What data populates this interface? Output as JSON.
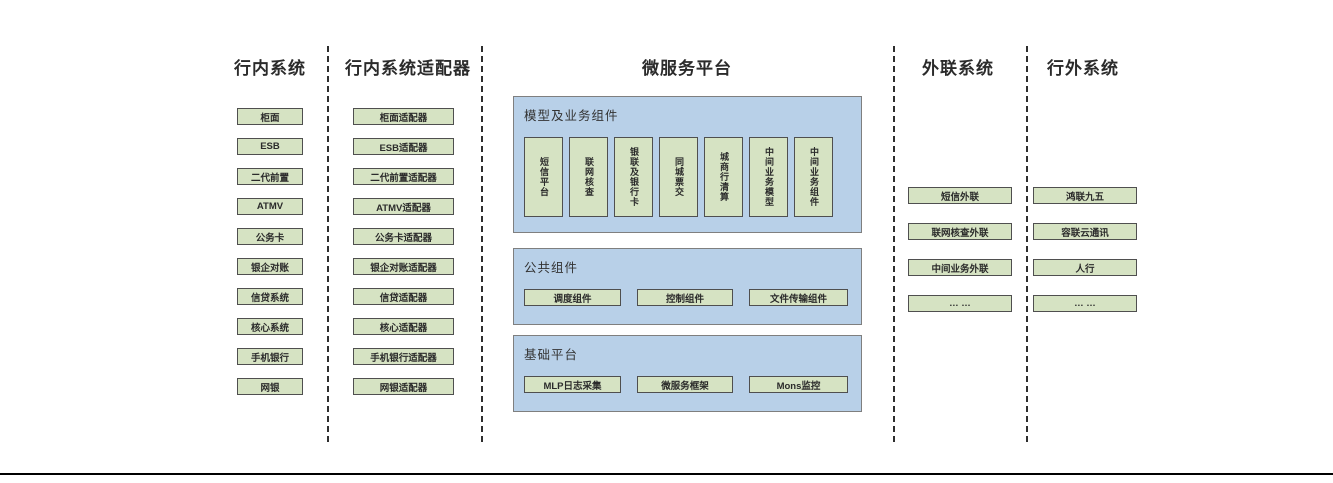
{
  "columns": {
    "inbank": {
      "title": "行内系统",
      "items": [
        "柜面",
        "ESB",
        "二代前置",
        "ATMV",
        "公务卡",
        "银企对账",
        "信贷系统",
        "核心系统",
        "手机银行",
        "网银"
      ]
    },
    "adapters": {
      "title": "行内系统适配器",
      "items": [
        "柜面适配器",
        "ESB适配器",
        "二代前置适配器",
        "ATMV适配器",
        "公务卡适配器",
        "银企对账适配器",
        "信贷适配器",
        "核心适配器",
        "手机银行适配器",
        "网银适配器"
      ]
    },
    "platform": {
      "title": "微服务平台",
      "model_group": {
        "label": "模型及业务组件",
        "items": [
          "短信平台",
          "联网核查",
          "银联及银行卡",
          "同城票交",
          "城商行清算",
          "中间业务模型",
          "中间业务组件"
        ]
      },
      "common_group": {
        "label": "公共组件",
        "items": [
          "调度组件",
          "控制组件",
          "文件传输组件"
        ]
      },
      "base_group": {
        "label": "基础平台",
        "items": [
          "MLP日志采集",
          "微服务框架",
          "Mons监控"
        ]
      }
    },
    "external_link": {
      "title": "外联系统",
      "items": [
        "短信外联",
        "联网核查外联",
        "中间业务外联",
        "… …"
      ]
    },
    "outbank": {
      "title": "行外系统",
      "items": [
        "鸿联九五",
        "容联云通讯",
        "人行",
        "… …"
      ]
    }
  },
  "colors": {
    "node_fill": "#d6e3c3",
    "node_border": "#4f4f4f",
    "panel_fill": "#b8d0e8",
    "panel_border": "#7f7f7f",
    "separator": "#2e2e2e",
    "heading_text": "#2b2b2b"
  }
}
